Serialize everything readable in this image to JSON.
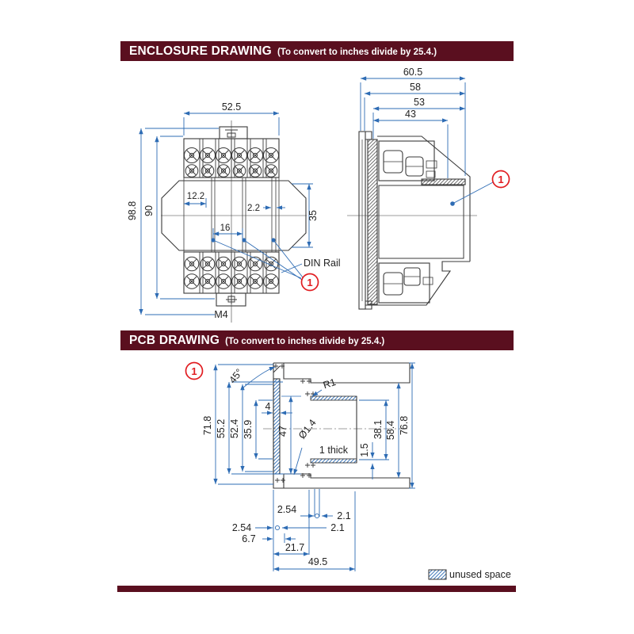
{
  "colors": {
    "header_bg": "#5a0f1f",
    "dim_line": "#2e6cb4",
    "callout_red": "#e11d21",
    "hatch_blue": "#2e6cb4",
    "linework": "#3a3a3a"
  },
  "enclosure": {
    "title": "ENCLOSURE DRAWING",
    "subtitle": "(To convert to inches divide by 25.4.)",
    "front": {
      "dim_width": "52.5",
      "dim_height_overall": "98.8",
      "dim_height_body": "90",
      "dim_module": "12.2",
      "dim_rib": "2.2",
      "dim_pitch": "16",
      "dim_center": "35",
      "screw_label": "M4",
      "din_rail_label": "DIN Rail",
      "callout": "1"
    },
    "side": {
      "dim_overall": "60.5",
      "dim_2": "58",
      "dim_3": "53",
      "dim_4": "43",
      "callout": "1"
    }
  },
  "pcb": {
    "title": "PCB DRAWING",
    "subtitle": "(To convert to inches divide by 25.4.)",
    "callout": "1",
    "dims": {
      "d71_8": "71.8",
      "d55_2": "55.2",
      "d52_4": "52.4",
      "d35_9": "35.9",
      "d47": "47",
      "d4": "4",
      "d45": "45°",
      "r1": "R1",
      "dia": "Ø1.4",
      "thick": "1 thick",
      "d1_5": "1.5",
      "d38_1": "38.1",
      "d58_4": "58.4",
      "d76_8": "76.8",
      "p2_54_top": "2.54",
      "p2_1_top": "2.1",
      "p2_54_bot": "2.54",
      "p2_1_bot": "2.1",
      "d6_7": "6.7",
      "d21_7": "21.7",
      "d49_5": "49.5"
    },
    "legend_label": "unused space"
  }
}
